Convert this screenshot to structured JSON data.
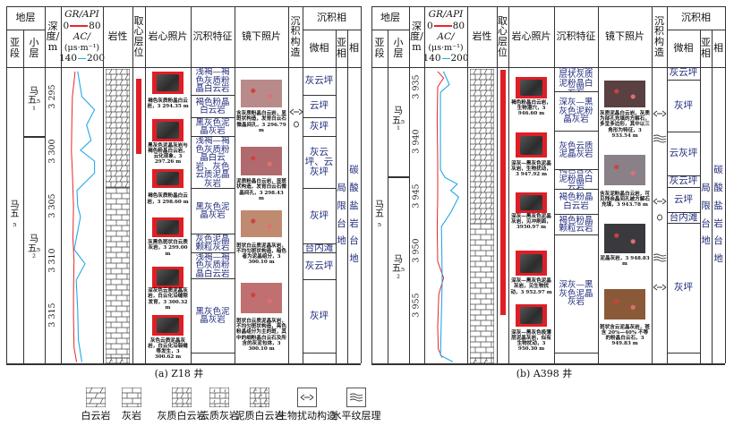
{
  "header": {
    "stratum": "地层",
    "subsegment": "亚段",
    "sublayer": "小层",
    "depth": "深度/m",
    "gr_label": "GR/API",
    "gr_min": "0",
    "gr_max": "80",
    "ac_label": "AC/",
    "ac_unit": "(μs·m⁻¹)",
    "ac_min": "140",
    "ac_max": "200",
    "lithology": "岩性",
    "coring": "取心层位",
    "core_photo": "岩心照片",
    "sed_features": "沉积特征",
    "thin_section": "镜下照片",
    "sed_structure": "沉积构造",
    "facies_group": "沉积相",
    "microfacies": "微相",
    "subfacies": "亚相",
    "facies": "相"
  },
  "colors": {
    "gr": "#e8262a",
    "ac": "#25a9e8",
    "core_bar": "#e01e26",
    "text_blue": "#1f2a7a"
  },
  "panels": [
    {
      "caption": "(a) Z18 井",
      "subsegment": "马五₅",
      "sublayers": [
        "马五₅¹",
        "马五₅²"
      ],
      "depth_ticks": [
        "3 295",
        "3 300",
        "3 305",
        "3 310",
        "3 315"
      ],
      "lithology": [
        "灰质白云岩",
        "灰岩"
      ],
      "sed_features": [
        "浅褐—褐色灰质粉晶白云岩",
        "褐色粉晶白云岩",
        "黑灰色泥晶灰岩",
        "浅褐—褐色灰质粉晶白云岩、灰色云质泥晶灰岩",
        "黑灰色泥晶灰岩",
        "灰色泥晶颗粒灰岩",
        "浅褐—褐色灰质粉晶白云岩",
        "黑灰色泥晶灰岩"
      ],
      "microfacies": [
        "灰云坪",
        "云坪",
        "灰坪",
        "灰云坪、云灰坪",
        "灰坪",
        "台内滩",
        "灰云坪",
        "灰坪"
      ],
      "subfacies": "局限台地",
      "facies": "碳酸盐岩台地",
      "structures": [
        "bioturbation-icon",
        "burrow-icon"
      ],
      "core_photos": [
        "褐色灰质粉晶白云岩，3 294.35 m",
        "黑灰色泥晶灰岩与褐色粉晶白云岩，云化现象，3 297.26 m",
        "褐色灰质粉晶白云岩，3 298.60 m",
        "灰黑色斑状白云质灰岩，3 299.00 m",
        "深灰色云质泥晶灰岩，白云化沿缝隙发育，3 300.32 m",
        "灰色云质泥晶灰岩，白云化沿裂缝等发生，3 300.62 m"
      ],
      "thin_sections": [
        {
          "text": "含灰质粉晶白云岩，显斑状构造，发育白云石微晶间孔，3 296.79 m",
          "color": "#b98a8a"
        },
        {
          "text": "泥质粉晶白云岩，显斑状构造，发育白云石微晶间孔，3 298.43 m",
          "color": "#b06a6e"
        },
        {
          "text": "斑状白云质泥晶灰岩，不均匀斑状构造，暗色者为泥晶组分，3 300.10 m",
          "color": "#c08a70"
        },
        {
          "text": "斑状白云质泥晶灰岩，不均匀斑状构造，亮色粉晶组分为主的斑，其中的细粉晶白云石及所含的灰泥包体，3 300.10 m",
          "color": "#c07070"
        }
      ],
      "gr_curve": [
        [
          3292.7,
          27
        ],
        [
          3295,
          22
        ],
        [
          3297,
          21
        ],
        [
          3300,
          20
        ],
        [
          3302,
          22
        ],
        [
          3305,
          24
        ],
        [
          3308,
          23
        ],
        [
          3310,
          25
        ],
        [
          3313,
          24
        ],
        [
          3315,
          24
        ],
        [
          3318,
          25
        ],
        [
          3319.3,
          30
        ]
      ],
      "ac_curve": [
        [
          3292.7,
          164
        ],
        [
          3295,
          170
        ],
        [
          3296.2,
          188
        ],
        [
          3297.6,
          176.6
        ],
        [
          3299,
          183
        ],
        [
          3299.9,
          168
        ],
        [
          3300.9,
          188
        ],
        [
          3302,
          188
        ],
        [
          3303.6,
          163
        ],
        [
          3305,
          164
        ],
        [
          3306,
          168
        ],
        [
          3309,
          159
        ],
        [
          3310.3,
          174.5
        ],
        [
          3311.8,
          162
        ],
        [
          3314.6,
          164
        ],
        [
          3317.3,
          165
        ],
        [
          3319.3,
          170
        ]
      ]
    },
    {
      "caption": "(b) A398 井",
      "subsegment": "马五₅",
      "sublayers": [
        "马五₅¹",
        "马五₅²"
      ],
      "depth_ticks": [
        "3 935",
        "3 940",
        "3 945",
        "3 950",
        "3 955"
      ],
      "lithology": [
        "灰质白云岩",
        "灰岩"
      ],
      "sed_features": [
        "浅褐色纹层状灰质泥粉晶白云岩",
        "深灰—黑灰色泥粉晶灰岩",
        "灰色云质泥晶灰岩",
        "褐色含灰泥粉晶白云岩",
        "褐色粉晶白云岩",
        "褐色粉晶颗粒云岩",
        "深灰—黑灰色泥晶灰岩"
      ],
      "microfacies": [
        "灰云坪",
        "灰坪",
        "云灰坪",
        "灰云坪",
        "云坪",
        "台内滩",
        "灰坪"
      ],
      "subfacies": "局限台地",
      "facies": "碳酸盐岩台地",
      "structures": [
        "bioturbation-icon",
        "horizontal-lamination-icon",
        "bioturbation-icon",
        "burrow-icon",
        "horizontal-lamination-icon",
        "bioturbation-icon"
      ],
      "core_photos": [
        "褐色粉晶白云岩，生物潜穴，3 946.60 m",
        "深灰—黑灰色泥晶灰岩，生物扰动，3 947.92 m",
        "深灰—黑灰色泥晶灰岩，见冲刷面，3950.97 m",
        "深灰—黑灰色泥晶灰岩，见生物扰动，3 952.97 m",
        "深灰—黑灰色极薄层泥晶灰岩，似有生物扰动，3 950.30 m"
      ],
      "thin_sections": [
        {
          "text": "灰质泥晶白云岩，灰质为部孔充填的方解石，多呈多边形，其中以三角形为特征，3 933.54 m",
          "color": "#5a4040"
        },
        {
          "text": "含灰泥粉晶白云岩，可见残余晶间孔被方解石充填，3 943.78 m",
          "color": "#8a8088"
        },
        {
          "text": "泥晶灰岩，3 948.83 m",
          "color": "#3a3a3e"
        },
        {
          "text": "斑状含云泥晶灰岩，斑含 20%—40% 不等的粉晶白云石，3 949.83 m",
          "color": "#8a5a38"
        }
      ],
      "gr_curve": [
        [
          3933.6,
          25
        ],
        [
          3934.2,
          36
        ],
        [
          3935,
          25
        ],
        [
          3938,
          24
        ],
        [
          3942,
          25
        ],
        [
          3945,
          25
        ],
        [
          3948,
          24
        ],
        [
          3951,
          25
        ],
        [
          3952.5,
          36
        ],
        [
          3954,
          27
        ],
        [
          3957,
          25
        ],
        [
          3959,
          26
        ],
        [
          3959.8,
          33
        ]
      ],
      "ac_curve": [
        [
          3933.6,
          166.8
        ],
        [
          3934.8,
          175
        ],
        [
          3935.5,
          162.6
        ],
        [
          3939,
          162.6
        ],
        [
          3942.6,
          162.6
        ],
        [
          3943.3,
          169
        ],
        [
          3943.9,
          186
        ],
        [
          3944.5,
          177
        ],
        [
          3945.1,
          188
        ],
        [
          3946.5,
          177
        ],
        [
          3947.8,
          164
        ],
        [
          3952.7,
          165
        ],
        [
          3959.6,
          162.6
        ],
        [
          3960.2,
          180
        ]
      ]
    }
  ],
  "legend": [
    {
      "label": "白云岩",
      "icon": "dolomite-pattern-icon"
    },
    {
      "label": "灰岩",
      "icon": "limestone-pattern-icon"
    },
    {
      "label": "灰质白云岩",
      "icon": "limy-dolomite-pattern-icon"
    },
    {
      "label": "云质灰岩",
      "icon": "dolomitic-limestone-pattern-icon"
    },
    {
      "label": "泥质白云岩",
      "icon": "argillaceous-dolomite-pattern-icon"
    },
    {
      "label": "生物扰动构造",
      "icon": "bioturbation-icon"
    },
    {
      "label": "水平纹层理",
      "icon": "horizontal-lamination-icon"
    }
  ]
}
